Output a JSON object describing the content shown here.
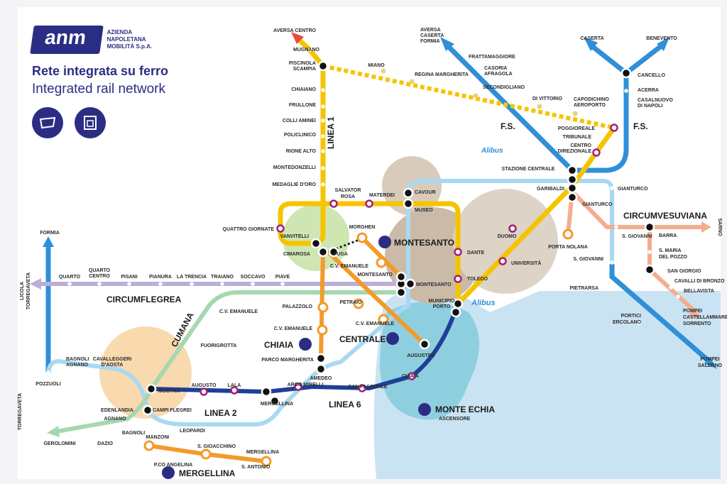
{
  "header": {
    "logo_text": "anm",
    "company": [
      "AZIENDA",
      "NAPOLETANA",
      "MOBILITÀ S.p.A."
    ],
    "title_it": "Rete integrata su ferro",
    "title_en": "Integrated rail network",
    "legend_icons": [
      "funicular-icon",
      "elevator-icon"
    ]
  },
  "colors": {
    "brand": "#2b2d84",
    "linea1": "#f5c400",
    "linea6": "#1f3f95",
    "linea2_fs": "#a9d9f2",
    "fs": "#2f8fd8",
    "funicular": "#f39a2b",
    "cumana": "#a5d8b0",
    "circumflegrea": "#bcaedb",
    "circumvesuviana": "#f4ad8e",
    "sea": "#b9dcef"
  },
  "lines": {
    "linea1": "LINEA 1",
    "linea2": "LINEA 2",
    "linea6": "LINEA 6",
    "cumana": "CUMANA",
    "circumflegrea": "CIRCUMFLEGREA",
    "circumvesuviana": "CIRCUMVESUVIANA",
    "fs1": "F.S.",
    "fs2": "F.S.",
    "funi_montesanto": "MONTESANTO",
    "funi_chiaia": "CHIAIA",
    "funi_centrale": "CENTRALE",
    "funi_mergellina": "MERGELLINA",
    "monte_echia": "MONTE ECHIA",
    "ascensore": "ASCENSORE",
    "alibus1": "Alibus",
    "alibus2": "Alibus"
  },
  "stations": [
    "AVERSA CENTRO",
    "MUGNANO",
    "PISCINOLA",
    "SCAMPIA",
    "CHIAIANO",
    "FRULLONE",
    "COLLI AMINEI",
    "POLICLINICO",
    "RIONE ALTO",
    "MONTEDONZELLI",
    "MEDAGLIE D'ORO",
    "SALVATOR",
    "ROSA",
    "MATERDEI",
    "CAVOUR",
    "MUSEO",
    "QUATTRO GIORNATE",
    "VANVITELLI",
    "CIMAROSA",
    "FUGA",
    "MORGHEN",
    "DANTE",
    "MONTESANTO",
    "MONTESANTO",
    "C.V. EMANUELE",
    "TOLEDO",
    "MUNICIPIO",
    "PORTO",
    "UNIVERSITÀ",
    "DUOMO",
    "PETRAIO",
    "C.V. EMANUELE",
    "AUGUSTEO",
    "PALAZZOLO",
    "C.V. EMANUELE",
    "PARCO MARGHERITA",
    "AMEDEO",
    "ARCO MIRELLI",
    "SAN PASQUALE",
    "CHIAIA",
    "MERGELLINA",
    "LALA",
    "AUGUSTO",
    "MOSTRA",
    "CAMPI FLEGREI",
    "LEOPARDI",
    "EDENLANDIA",
    "AGNANO",
    "BAGNOLI",
    "GEROLOMINI",
    "DAZIO",
    "BAGNOLI",
    "AGNANO",
    "CAVALLEGGERI",
    "D'AOSTA",
    "POZZUOLI",
    "FUORIGROTTA",
    "C.V. EMANUELE",
    "MANZONI",
    "P.CO ANGELINA",
    "S. GIOACCHINO",
    "MERGELLINA",
    "S. ANTONIO",
    "QUARTO",
    "QUARTO",
    "CENTRO",
    "PISANI",
    "PIANURA",
    "LA TRENCIA",
    "TRAIANO",
    "SOCCAVO",
    "PIAVE",
    "FORMIA",
    "LICOLA",
    "TORREGAVETA",
    "TORREGAVETA",
    "MIANO",
    "REGINA MARGHERITA",
    "AVERSA",
    "CASERTA",
    "FORMIA",
    "FRATTAMAGGIORE",
    "CASORIA",
    "AFRAGOLA",
    "SECONDIGLIANO",
    "DI VITTORIO",
    "CAPODICHINO",
    "AEROPORTO",
    "POGGIOREALE",
    "TRIBUNALE",
    "CENTRO",
    "DIREZIONALE",
    "STAZIONE CENTRALE",
    "GARIBALDI",
    "GIANTURCO",
    "GIANTURCO",
    "PORTA NOLANA",
    "S. GIOVANNI",
    "S. GIOVANNI",
    "BARRA",
    "S. MARIA",
    "DEL POZZO",
    "SAN GIORGIO",
    "CAVALLI DI BRONZO",
    "BELLAVISTA",
    "POMPEI",
    "CASTELLAMMARE",
    "SORRENTO",
    "PIETRARSA",
    "PORTICI",
    "ERCOLANO",
    "POMPEI",
    "SALERNO",
    "CASERTA",
    "BENEVENTO",
    "CANCELLO",
    "ACERRA",
    "CASALNUOVO",
    "DI NAPOLI",
    "SARNO"
  ]
}
